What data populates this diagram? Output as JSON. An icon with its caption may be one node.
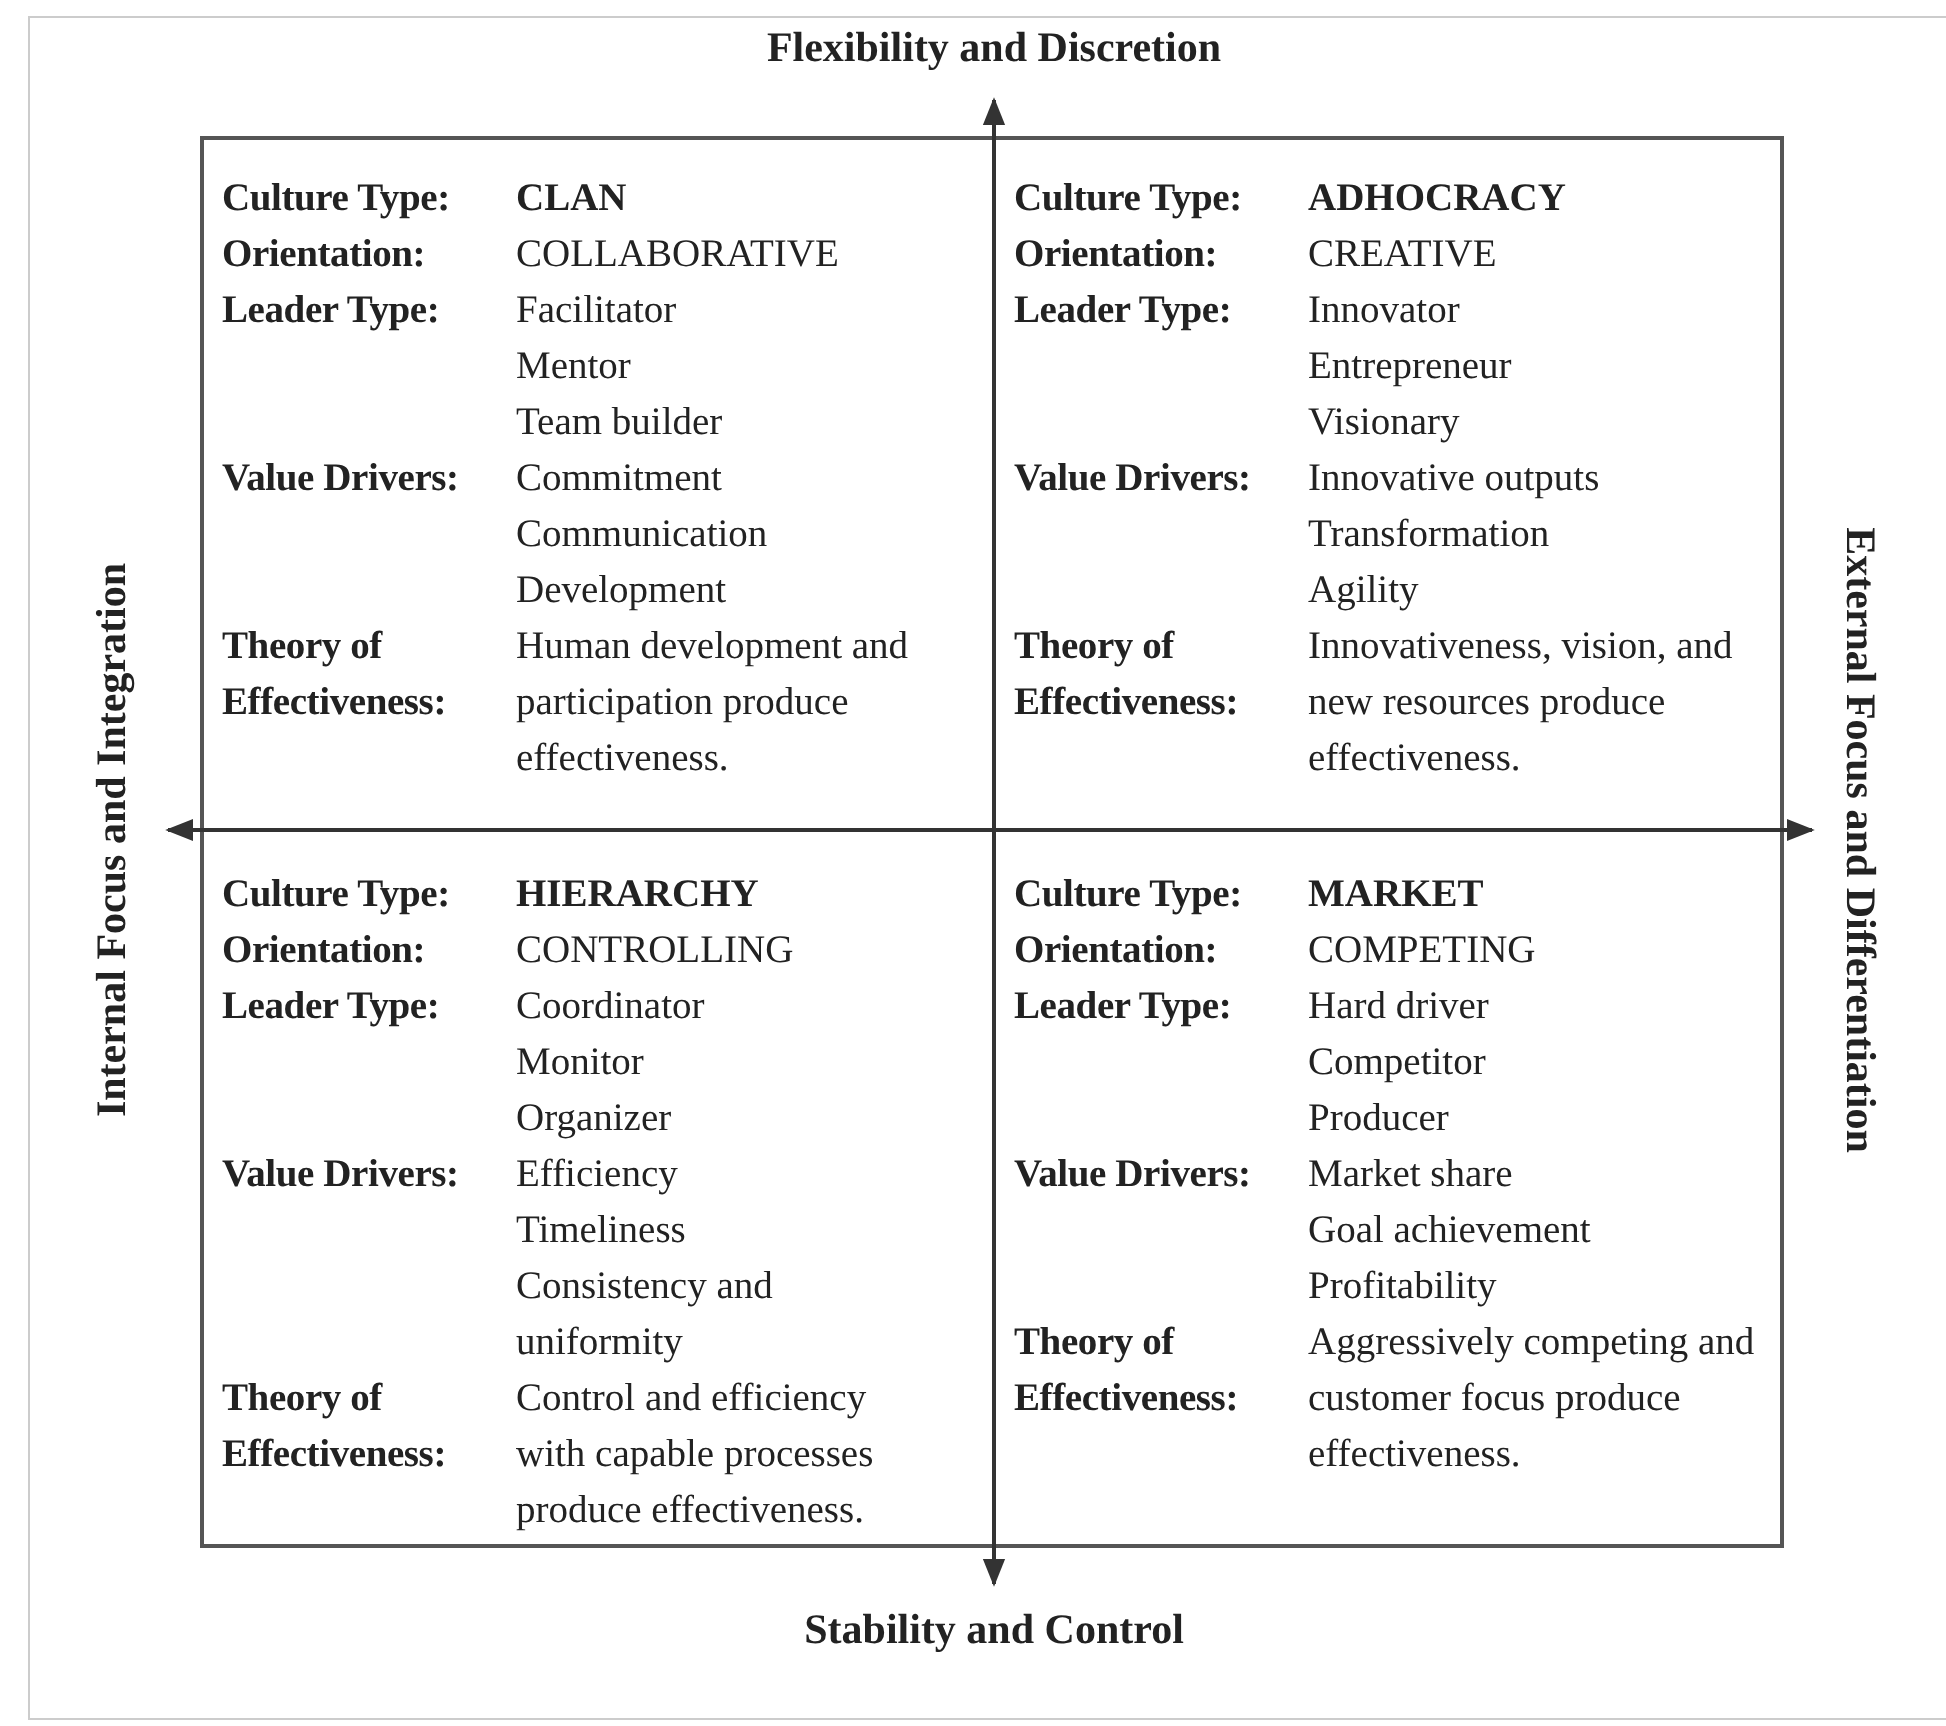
{
  "diagram": {
    "nodes": [
      {
        "text": [
          "Culture Type:",
          "CLAN",
          "Orientation:",
          "COLLABORATIVE",
          "Leader Type:",
          "Facilitator",
          "Mentor",
          "Team builder",
          "Value Drivers:",
          "Commitment",
          "Communication",
          "Development",
          "Theory of Effectiveness:",
          "Human development and participation produce effectiveness."
        ]
      },
      {
        "text": [
          "Culture Type:",
          "ADHOCRACY",
          "Orientation:",
          "CREATIVE",
          "Leader Type:",
          "Innovator",
          "Entrepreneur",
          "Visionary",
          "Value Drivers:",
          "Innovative outputs",
          "Transformation",
          "Agility",
          "Theory of Effectiveness:",
          "Innovativeness, vision, and new resources produce effectiveness."
        ]
      },
      {
        "text": [
          "Culture Type:",
          "HIERARCHY",
          "Orientation:",
          "CONTROLLING",
          "Leader Type:",
          "Coordinator",
          "Monitor",
          "Organizer",
          "Value Drivers:",
          "Efficiency",
          "Timeliness",
          "Consistency and uniformity",
          "Theory of Effectiveness:",
          "Control and efficiency with capable processes produce effectiveness."
        ]
      },
      {
        "text": [
          "Culture Type:",
          "MARKET",
          "Orientation:",
          "COMPETING",
          "Leader Type:",
          "Hard driver",
          "Competitor",
          "Producer",
          "Value Drivers:",
          "Market share",
          "Goal achievement",
          "Profitability",
          "Theory of Effectiveness:",
          "Aggressively competing and customer focus produce effectiveness."
        ]
      }
    ],
    "labels": [
      "Flexibility and Discretion",
      "Internal Focus and Integration",
      "External Focus and Differentiation",
      "Stability and Control"
    ]
  }
}
